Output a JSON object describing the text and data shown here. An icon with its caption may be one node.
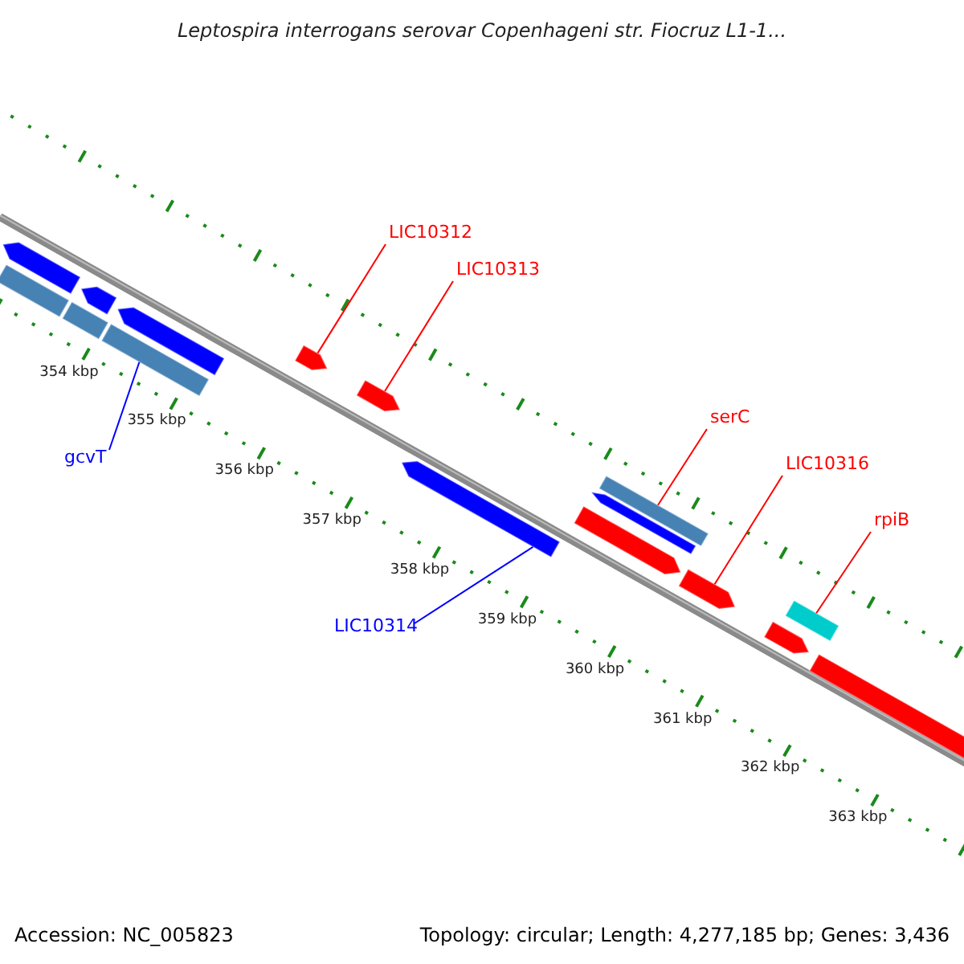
{
  "diagram": {
    "title": "Leptospira interrogans serovar Copenhageni str. Fiocruz L1-1...",
    "nodes": [
      {
        "text": [
          "LIC10312"
        ]
      },
      {
        "text": [
          "LIC10313"
        ]
      },
      {
        "text": [
          "serC"
        ]
      },
      {
        "text": [
          "LIC10316"
        ]
      },
      {
        "text": [
          "rpiB"
        ]
      },
      {
        "text": [
          "gcvT"
        ]
      },
      {
        "text": [
          "LIC10314"
        ]
      },
      {
        "text": [],
        "shape": "pentagon"
      },
      {
        "text": [],
        "shape": "pentagon"
      },
      {
        "text": [],
        "shape": "pentagon"
      },
      {
        "text": [],
        "shape": "bar"
      },
      {
        "text": [],
        "shape": "bar"
      },
      {
        "text": [],
        "shape": "bar"
      },
      {
        "text": [],
        "shape": "pentagon"
      },
      {
        "text": [],
        "shape": "pentagon"
      },
      {
        "text": [],
        "shape": "pentagon"
      },
      {
        "text": [],
        "shape": "bar"
      },
      {
        "text": [],
        "shape": "pentagon"
      },
      {
        "text": [],
        "shape": "pentagon"
      },
      {
        "text": [],
        "shape": "pentagon"
      },
      {
        "text": [],
        "shape": "bar"
      },
      {
        "text": [],
        "shape": "pentagon"
      },
      {
        "text": [],
        "shape": "pentagon"
      }
    ],
    "edges": [
      {
        "from": 0,
        "to": 13,
        "arrow": "none"
      },
      {
        "from": 1,
        "to": 14,
        "arrow": "none"
      },
      {
        "from": 2,
        "to": 16,
        "arrow": "none"
      },
      {
        "from": 3,
        "to": 19,
        "arrow": "none"
      },
      {
        "from": 4,
        "to": 20,
        "arrow": "none"
      },
      {
        "from": 5,
        "to": 12,
        "arrow": "none",
        "color": "#0000ff"
      },
      {
        "from": 6,
        "to": 15,
        "arrow": "none",
        "color": "#0000ff"
      }
    ],
    "labels": [
      "354 kbp",
      "355 kbp",
      "356 kbp",
      "357 kbp",
      "358 kbp",
      "359 kbp",
      "360 kbp",
      "361 kbp",
      "362 kbp",
      "363 kbp",
      "Accession: NC_005823",
      "Topology: circular; Length: 4,277,185 bp; Genes: 3,436"
    ]
  }
}
